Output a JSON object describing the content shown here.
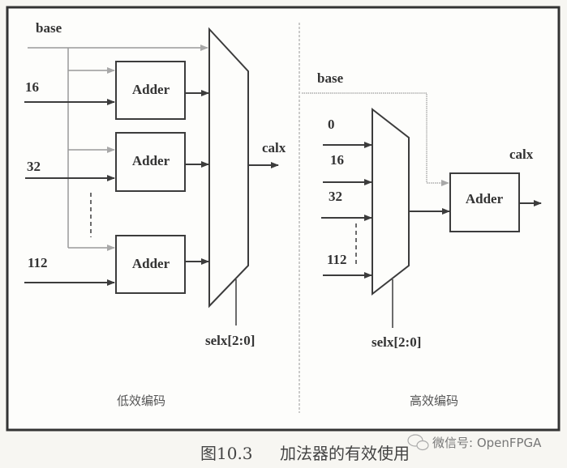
{
  "figure": {
    "caption_number": "图10.3",
    "caption_title": "加法器的有效使用",
    "watermark": "微信号: OpenFPGA",
    "watermark_icon": "wechat-icon"
  },
  "left_panel": {
    "title": "低效编码",
    "base_label": "base",
    "inputs": [
      "16",
      "32",
      "112"
    ],
    "adder_labels": [
      "Adder",
      "Adder",
      "Adder"
    ],
    "output_label": "calx",
    "select_label": "selx[2:0]"
  },
  "right_panel": {
    "title": "高效编码",
    "base_label": "base",
    "inputs": [
      "0",
      "16",
      "32",
      "112"
    ],
    "adder_label": "Adder",
    "output_label": "calx",
    "select_label": "selx[2:0]"
  },
  "colors": {
    "line": "#3c3c3c",
    "base_line": "#9a9a9a",
    "frame": "#333333",
    "background": "#f7f6f2"
  }
}
